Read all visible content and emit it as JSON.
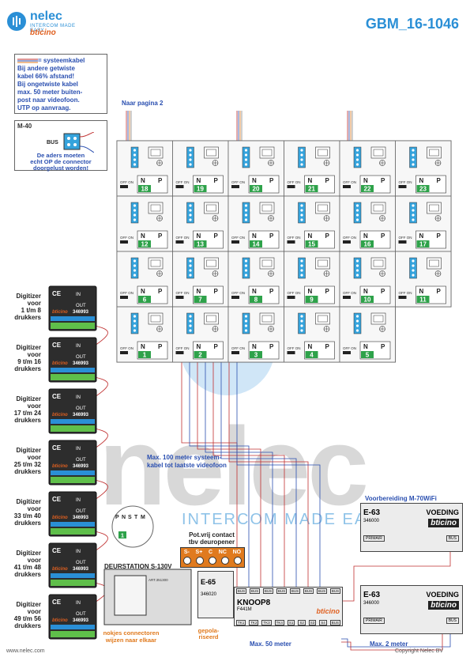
{
  "header": {
    "logo_name": "nelec",
    "logo_sub": "INTERCOM MADE EASY",
    "logo_brand": "bticino",
    "doc_number": "GBM_16-1046"
  },
  "legend": {
    "title": "= systeemkabel",
    "lines": [
      "Bij andere getwiste",
      "kabel 66% afstand!",
      "Bij ongetwiste kabel",
      "max. 50 meter buiten-",
      "post naar videofoon.",
      "UTP op aanvraag."
    ]
  },
  "m40": {
    "title": "M-40",
    "bus_label": "BUS",
    "note_lines": [
      "De aders moeten",
      "echt OP de connector",
      "doorgelust worden!"
    ]
  },
  "naar_pagina": "Naar pagina 2",
  "videophones": {
    "off_on": "OFF ON",
    "n": "N",
    "p": "P",
    "rows": [
      [
        "18",
        "19",
        "20",
        "21",
        "22",
        "23"
      ],
      [
        "12",
        "13",
        "14",
        "15",
        "16",
        "17"
      ],
      [
        "6",
        "7",
        "8",
        "9",
        "10",
        "11"
      ],
      [
        "1",
        "2",
        "3",
        "4",
        "5"
      ]
    ]
  },
  "digitizers": {
    "model": "346993",
    "brand": "bticino",
    "in": "IN",
    "out": "OUT",
    "labels": [
      [
        "Digitizer",
        "voor",
        "1 t/m 8",
        "drukkers"
      ],
      [
        "Digitizer",
        "voor",
        "9 t/m 16",
        "drukkers"
      ],
      [
        "Digitizer",
        "voor",
        "17 t/m 24",
        "drukkers"
      ],
      [
        "Digitizer",
        "voor",
        "25 t/m 32",
        "drukkers"
      ],
      [
        "Digitizer",
        "voor",
        "33 t/m 40",
        "drukkers"
      ],
      [
        "Digitizer",
        "voor",
        "41 t/m 48",
        "drukkers"
      ],
      [
        "Digitizer",
        "voor",
        "49 t/m 56",
        "drukkers"
      ]
    ]
  },
  "deurstation": {
    "title": "DEURSTATION S-130V",
    "pins": [
      "P",
      "N",
      "S",
      "T",
      "M"
    ],
    "pin_num": "1",
    "part": "ART.351300"
  },
  "connector_note": [
    "nokjes connectoren",
    "wijzen naar elkaar"
  ],
  "potvrij": {
    "lines": [
      "Pot.vrij contact",
      "tbv deuropener"
    ],
    "terms": [
      "S-",
      "S+",
      "C",
      "NC",
      "NO"
    ]
  },
  "e65": {
    "label": "E-65",
    "code": "346020"
  },
  "gepolariseerd": [
    "gepola-",
    "riseerd"
  ],
  "knoop": {
    "label": "KNOOP8",
    "code": "F441M",
    "brand": "bticino",
    "top_terms": [
      "BUS",
      "BUS",
      "BUS",
      "BUS",
      "BUS",
      "BUS",
      "BUS",
      "BUS"
    ],
    "bottom_terms": [
      "TK1",
      "TK2",
      "TK3",
      "TK4",
      "S1",
      "S2",
      "S3",
      "S4",
      "BUS"
    ]
  },
  "max100": [
    "Max. 100 meter systeem-",
    "kabel tot laatste videofoon"
  ],
  "max50": "Max. 50 meter",
  "max2": "Max. 2 meter",
  "voorbereiding": "Voorbereiding M-70WiFi",
  "e63_top": {
    "label": "E-63",
    "voeding": "VOEDING",
    "code": "346000",
    "brand": "bticino",
    "primair": "PRIMAIR",
    "bus": "BUS"
  },
  "e63_bottom": {
    "label": "E-63",
    "voeding": "VOEDING",
    "code": "346000",
    "brand": "bticino",
    "primair": "PRIMAIR",
    "bus": "BUS"
  },
  "watermark": {
    "big": "nelec",
    "tag": "INTERCOM MADE EASY"
  },
  "footer": {
    "left": "www.nelec.com",
    "right": "Copyright Nelec BV"
  },
  "colors": {
    "accent": "#2a8fd6",
    "label_blue": "#2a4fb0",
    "green": "#2ea24a",
    "orange": "#e07a1e",
    "cable_red": "#c03030"
  }
}
